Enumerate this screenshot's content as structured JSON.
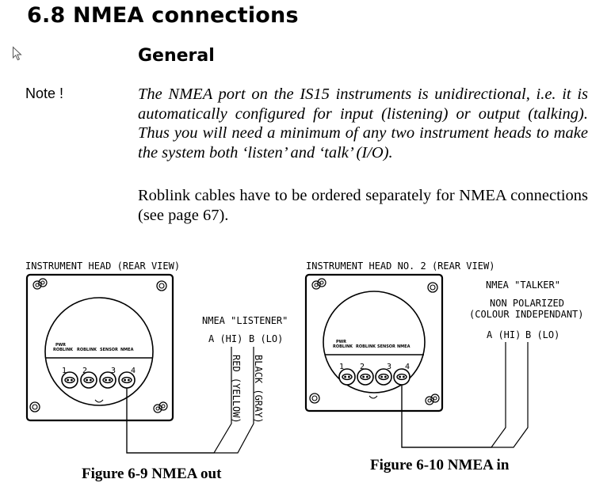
{
  "section_title": "6.8 NMEA connections",
  "subsection_title": "General",
  "note_label": "Note !",
  "note_text": "The NMEA port on the IS15 instruments is unidirectional, i.e. it is automatically configured for input (listening) or output (talking). Thus you will need a minimum of any two instrument heads to make the system both ‘listen’ and ‘talk’ (I/O).",
  "roblink_text": "Roblink cables have to be ordered separately for NMEA connections (see page 67).",
  "cursor_icon": "mouse-pointer-icon",
  "figures": [
    {
      "caption": "Figure 6-9  NMEA out",
      "title": "INSTRUMENT HEAD (REAR VIEW)",
      "connector_labels": [
        "PWR ROBLINK",
        "ROBLINK",
        "SENSOR",
        "NMEA"
      ],
      "pin_numbers": [
        "1",
        "2",
        "3",
        "4"
      ],
      "role_label": "NMEA \"LISTENER\"",
      "terminal_a": "A (HI)",
      "terminal_b": "B (LO)",
      "wire_a": "RED (YELLOW)",
      "wire_b": "BLACK (GRAY)"
    },
    {
      "caption": "Figure 6-10  NMEA in",
      "title": "INSTRUMENT HEAD NO. 2 (REAR VIEW)",
      "connector_labels": [
        "PWR ROBLINK",
        "ROBLINK",
        "SENSOR",
        "NMEA"
      ],
      "pin_numbers": [
        "1",
        "2",
        "3",
        "4"
      ],
      "role_label": "NMEA \"TALKER\"",
      "polarity_line1": "NON POLARIZED",
      "polarity_line2": "(COLOUR INDEPENDANT)",
      "terminal_a": "A (HI)",
      "terminal_b": "B (LO)"
    }
  ]
}
